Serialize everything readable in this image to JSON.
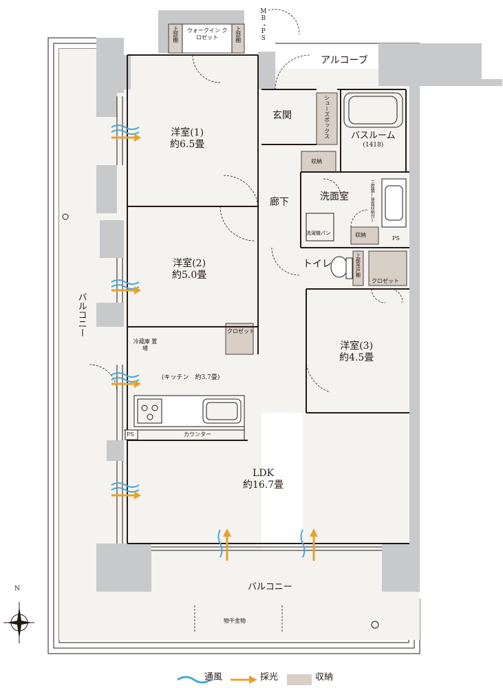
{
  "rooms": {
    "western1": {
      "name": "洋室(1)",
      "size": "約6.5畳"
    },
    "western2": {
      "name": "洋室(2)",
      "size": "約5.0畳"
    },
    "western3": {
      "name": "洋室(3)",
      "size": "約4.5畳"
    },
    "ldk": {
      "name": "LDK",
      "size": "約16.7畳"
    },
    "kitchen": "(キッチン　約3.7畳)",
    "entrance": "玄関",
    "hallway": "廊下",
    "washroom": "洗面室",
    "toilet": "トイレ",
    "bathroom": {
      "name": "バスルーム",
      "size": "(1418)"
    },
    "alcove": "アルコーブ",
    "balcony_west": "バルコニー",
    "balcony_south": "バルコニー"
  },
  "storage": {
    "walkin_closet": "ウォークイン クロゼット",
    "upper_shelf_left": "上部棚",
    "upper_shelf_right": "上部棚",
    "closet_w2": "クロゼット",
    "closet_w3": "クロゼット",
    "shoe_box": "シューズボックス",
    "storage_entrance": "収納",
    "storage_wash": "収納",
    "toilet_upper_cabinet": "上部吊戸棚",
    "three_mirror": "三面鏡(背面収納付)",
    "washer_pan": "洗濯機パン",
    "fridge": "冷蔵庫 置場"
  },
  "fixtures": {
    "mbps": "MB・PS",
    "ps_kitchen": "PS",
    "ps_wash": "PS",
    "counter": "カウンター",
    "drying_hardware": "物干金物",
    "compass_n": "N"
  },
  "legend": {
    "ventilation": "通風",
    "daylight": "採光",
    "storage": "収納"
  },
  "colors": {
    "wall": "#c8c9ca",
    "storage": "#d8cfc7",
    "floor": "#f4f3f0",
    "wind": "#4aa7d8",
    "light": "#e8a22c",
    "line": "#231815"
  }
}
